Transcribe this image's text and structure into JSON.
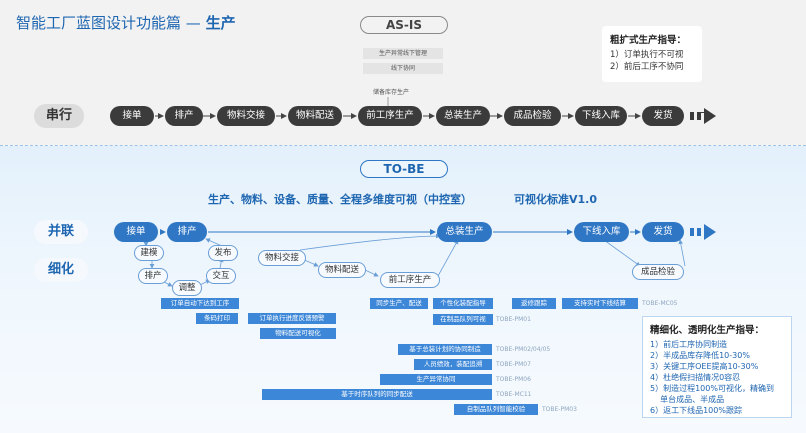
{
  "title": {
    "main": "智能工厂蓝图设计功能篇",
    "sep": " — ",
    "sub": "生产"
  },
  "asis": {
    "tag": "AS-IS",
    "notes": [
      "生产异常线下管理",
      "线下协同",
      "储备库存生产"
    ],
    "rowlabel": "串行",
    "steps": [
      "接单",
      "排产",
      "物料交接",
      "物料配送",
      "前工序生产",
      "总装生产",
      "成品检验",
      "下线入库",
      "发货"
    ],
    "guide": {
      "title": "粗扩式生产指导：",
      "items": [
        "1）订单执行不可视",
        "2）前后工序不协同"
      ]
    }
  },
  "tobe": {
    "tag": "TO-BE",
    "headline": "生产、物料、设备、质量、全程多维度可视（中控室）",
    "standard": "可视化标准V1.0",
    "rowlabels": [
      "并联",
      "细化"
    ],
    "main_steps": [
      "接单",
      "排产",
      "总装生产",
      "下线入库",
      "发货"
    ],
    "sub_nodes": [
      "建模",
      "发布",
      "排产",
      "交互",
      "调整",
      "物料交接",
      "物料配送",
      "前工序生产",
      "成品检验"
    ],
    "bars": [
      {
        "label": "订单自动下达到工序",
        "code": ""
      },
      {
        "label": "条码打印",
        "code": ""
      },
      {
        "label": "订单执行进度反馈预警",
        "code": ""
      },
      {
        "label": "物料配送可视化",
        "code": ""
      },
      {
        "label": "同步生产、配送",
        "code": ""
      },
      {
        "label": "个性化装配指导",
        "code": ""
      },
      {
        "label": "返修跟踪",
        "code": ""
      },
      {
        "label": "支持实时下线结算",
        "code": "TOBE-MC05"
      },
      {
        "label": "在制品队列可视",
        "code": "TOBE-PM01"
      },
      {
        "label": "基于总装计划的协同制造",
        "code": "TOBE-PM02/04/05"
      },
      {
        "label": "人员绩效，装配追溯",
        "code": "TOBE-PM07"
      },
      {
        "label": "生产异常协同",
        "code": "TOBE-PM06"
      },
      {
        "label": "基于时序队列的同步配送",
        "code": "TOBE-MC11"
      },
      {
        "label": "自制品队列智能校验",
        "code": "TOBE-PM03"
      }
    ],
    "refine": {
      "title": "精细化、透明化生产指导：",
      "items": [
        "1）前后工序协同制造",
        "2）半成品库存降低10-30%",
        "3）关键工序OEE提高10-30%",
        "4）杜绝假扫描情况0容忍",
        "5）制造过程100%可视化，精确到",
        "    单台成品、半成品",
        "6）返工下线品100%跟踪"
      ]
    }
  },
  "colors": {
    "accent": "#1f66b1",
    "dark": "#3b3b3b",
    "bar": "#3d87d8"
  }
}
